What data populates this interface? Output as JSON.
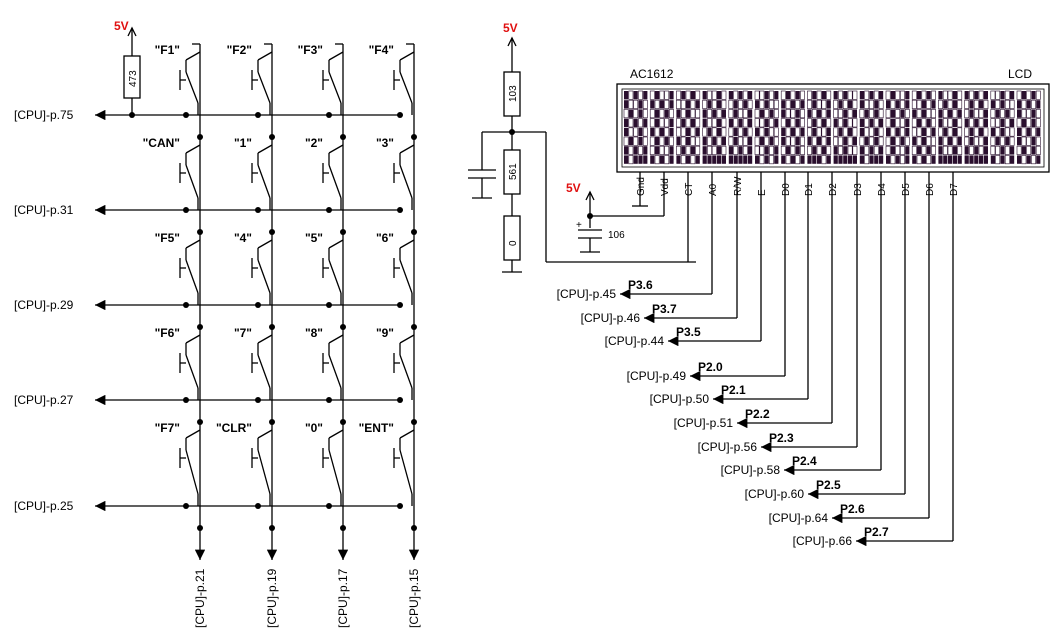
{
  "colors": {
    "supply": "#e01010",
    "lcd_dots": "#2a0f2e",
    "wire": "#000000"
  },
  "supply_label": "5V",
  "keypad": {
    "pullup_resistor": "473",
    "rows": [
      {
        "cpu": "[CPU]-p.75",
        "keys": [
          "\"F1\"",
          "\"F2\"",
          "\"F3\"",
          "\"F4\""
        ]
      },
      {
        "cpu": "[CPU]-p.31",
        "keys": [
          "\"CAN\"",
          "\"1\"",
          "\"2\"",
          "\"3\""
        ]
      },
      {
        "cpu": "[CPU]-p.29",
        "keys": [
          "\"F5\"",
          "\"4\"",
          "\"5\"",
          "\"6\""
        ]
      },
      {
        "cpu": "[CPU]-p.27",
        "keys": [
          "\"F6\"",
          "\"7\"",
          "\"8\"",
          "\"9\""
        ]
      },
      {
        "cpu": "[CPU]-p.25",
        "keys": [
          "\"F7\"",
          "\"CLR\"",
          "\"0\"",
          "\"ENT\""
        ]
      }
    ],
    "columns": [
      "[CPU]-p.21",
      "[CPU]-p.19",
      "[CPU]-p.17",
      "[CPU]-p.15"
    ]
  },
  "contrast": {
    "resistors": [
      "103",
      "561",
      "0"
    ]
  },
  "decoupling_cap": {
    "value": "106",
    "polarity": "+"
  },
  "lcd": {
    "model": "AC1612",
    "label": "LCD",
    "pins": [
      "Gnd",
      "Vdd",
      "CT",
      "A0",
      "R/W",
      "E",
      "D0",
      "D1",
      "D2",
      "D3",
      "D4",
      "D5",
      "D6",
      "D7"
    ],
    "signals": [
      {
        "pin": "A0",
        "port": "P3.6",
        "cpu": "[CPU]-p.45"
      },
      {
        "pin": "R/W",
        "port": "P3.7",
        "cpu": "[CPU]-p.46"
      },
      {
        "pin": "E",
        "port": "P3.5",
        "cpu": "[CPU]-p.44"
      },
      {
        "pin": "D0",
        "port": "P2.0",
        "cpu": "[CPU]-p.49"
      },
      {
        "pin": "D1",
        "port": "P2.1",
        "cpu": "[CPU]-p.50"
      },
      {
        "pin": "D2",
        "port": "P2.2",
        "cpu": "[CPU]-p.51"
      },
      {
        "pin": "D3",
        "port": "P2.3",
        "cpu": "[CPU]-p.56"
      },
      {
        "pin": "D4",
        "port": "P2.4",
        "cpu": "[CPU]-p.58"
      },
      {
        "pin": "D5",
        "port": "P2.5",
        "cpu": "[CPU]-p.60"
      },
      {
        "pin": "D6",
        "port": "P2.6",
        "cpu": "[CPU]-p.64"
      },
      {
        "pin": "D7",
        "port": "P2.7",
        "cpu": "[CPU]-p.66"
      }
    ]
  }
}
